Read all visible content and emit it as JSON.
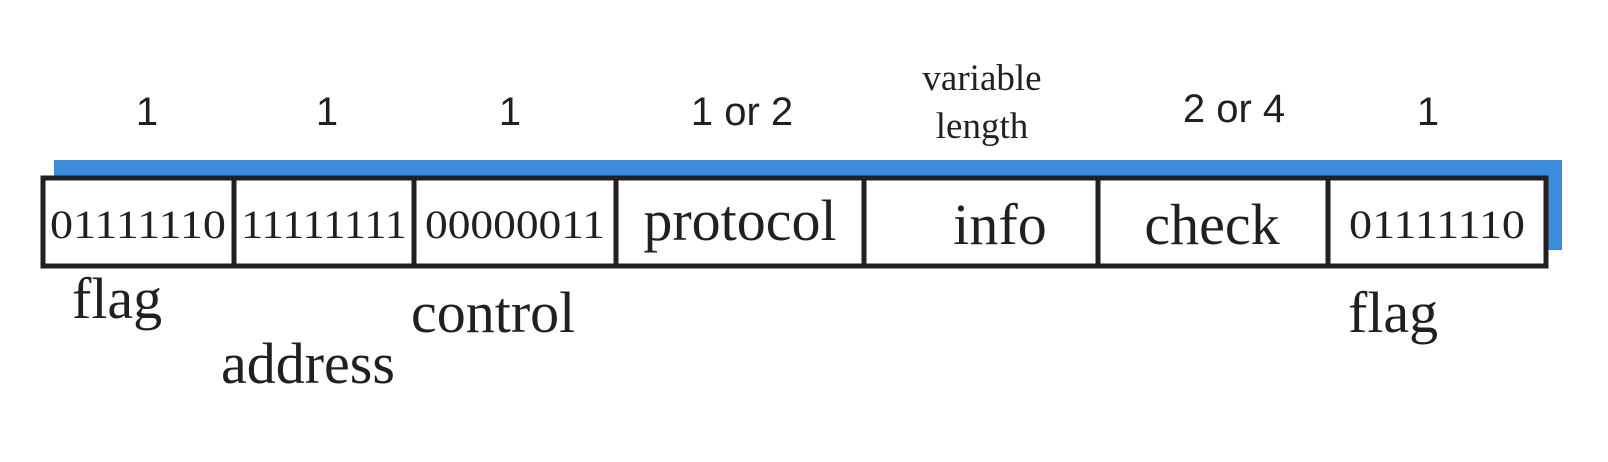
{
  "diagram": {
    "accent_color": "#3b8ddb",
    "fields": [
      {
        "size": "1",
        "value": "01111110",
        "name": "flag"
      },
      {
        "size": "1",
        "value": "11111111",
        "name": "address"
      },
      {
        "size": "1",
        "value": "00000011",
        "name": "control"
      },
      {
        "size": "1 or 2",
        "value": "protocol",
        "name": ""
      },
      {
        "size_line1": "variable",
        "size_line2": "length",
        "value": "info",
        "name": ""
      },
      {
        "size": "2 or 4",
        "value": "check",
        "name": ""
      },
      {
        "size": "1",
        "value": "01111110",
        "name": "flag"
      }
    ]
  }
}
